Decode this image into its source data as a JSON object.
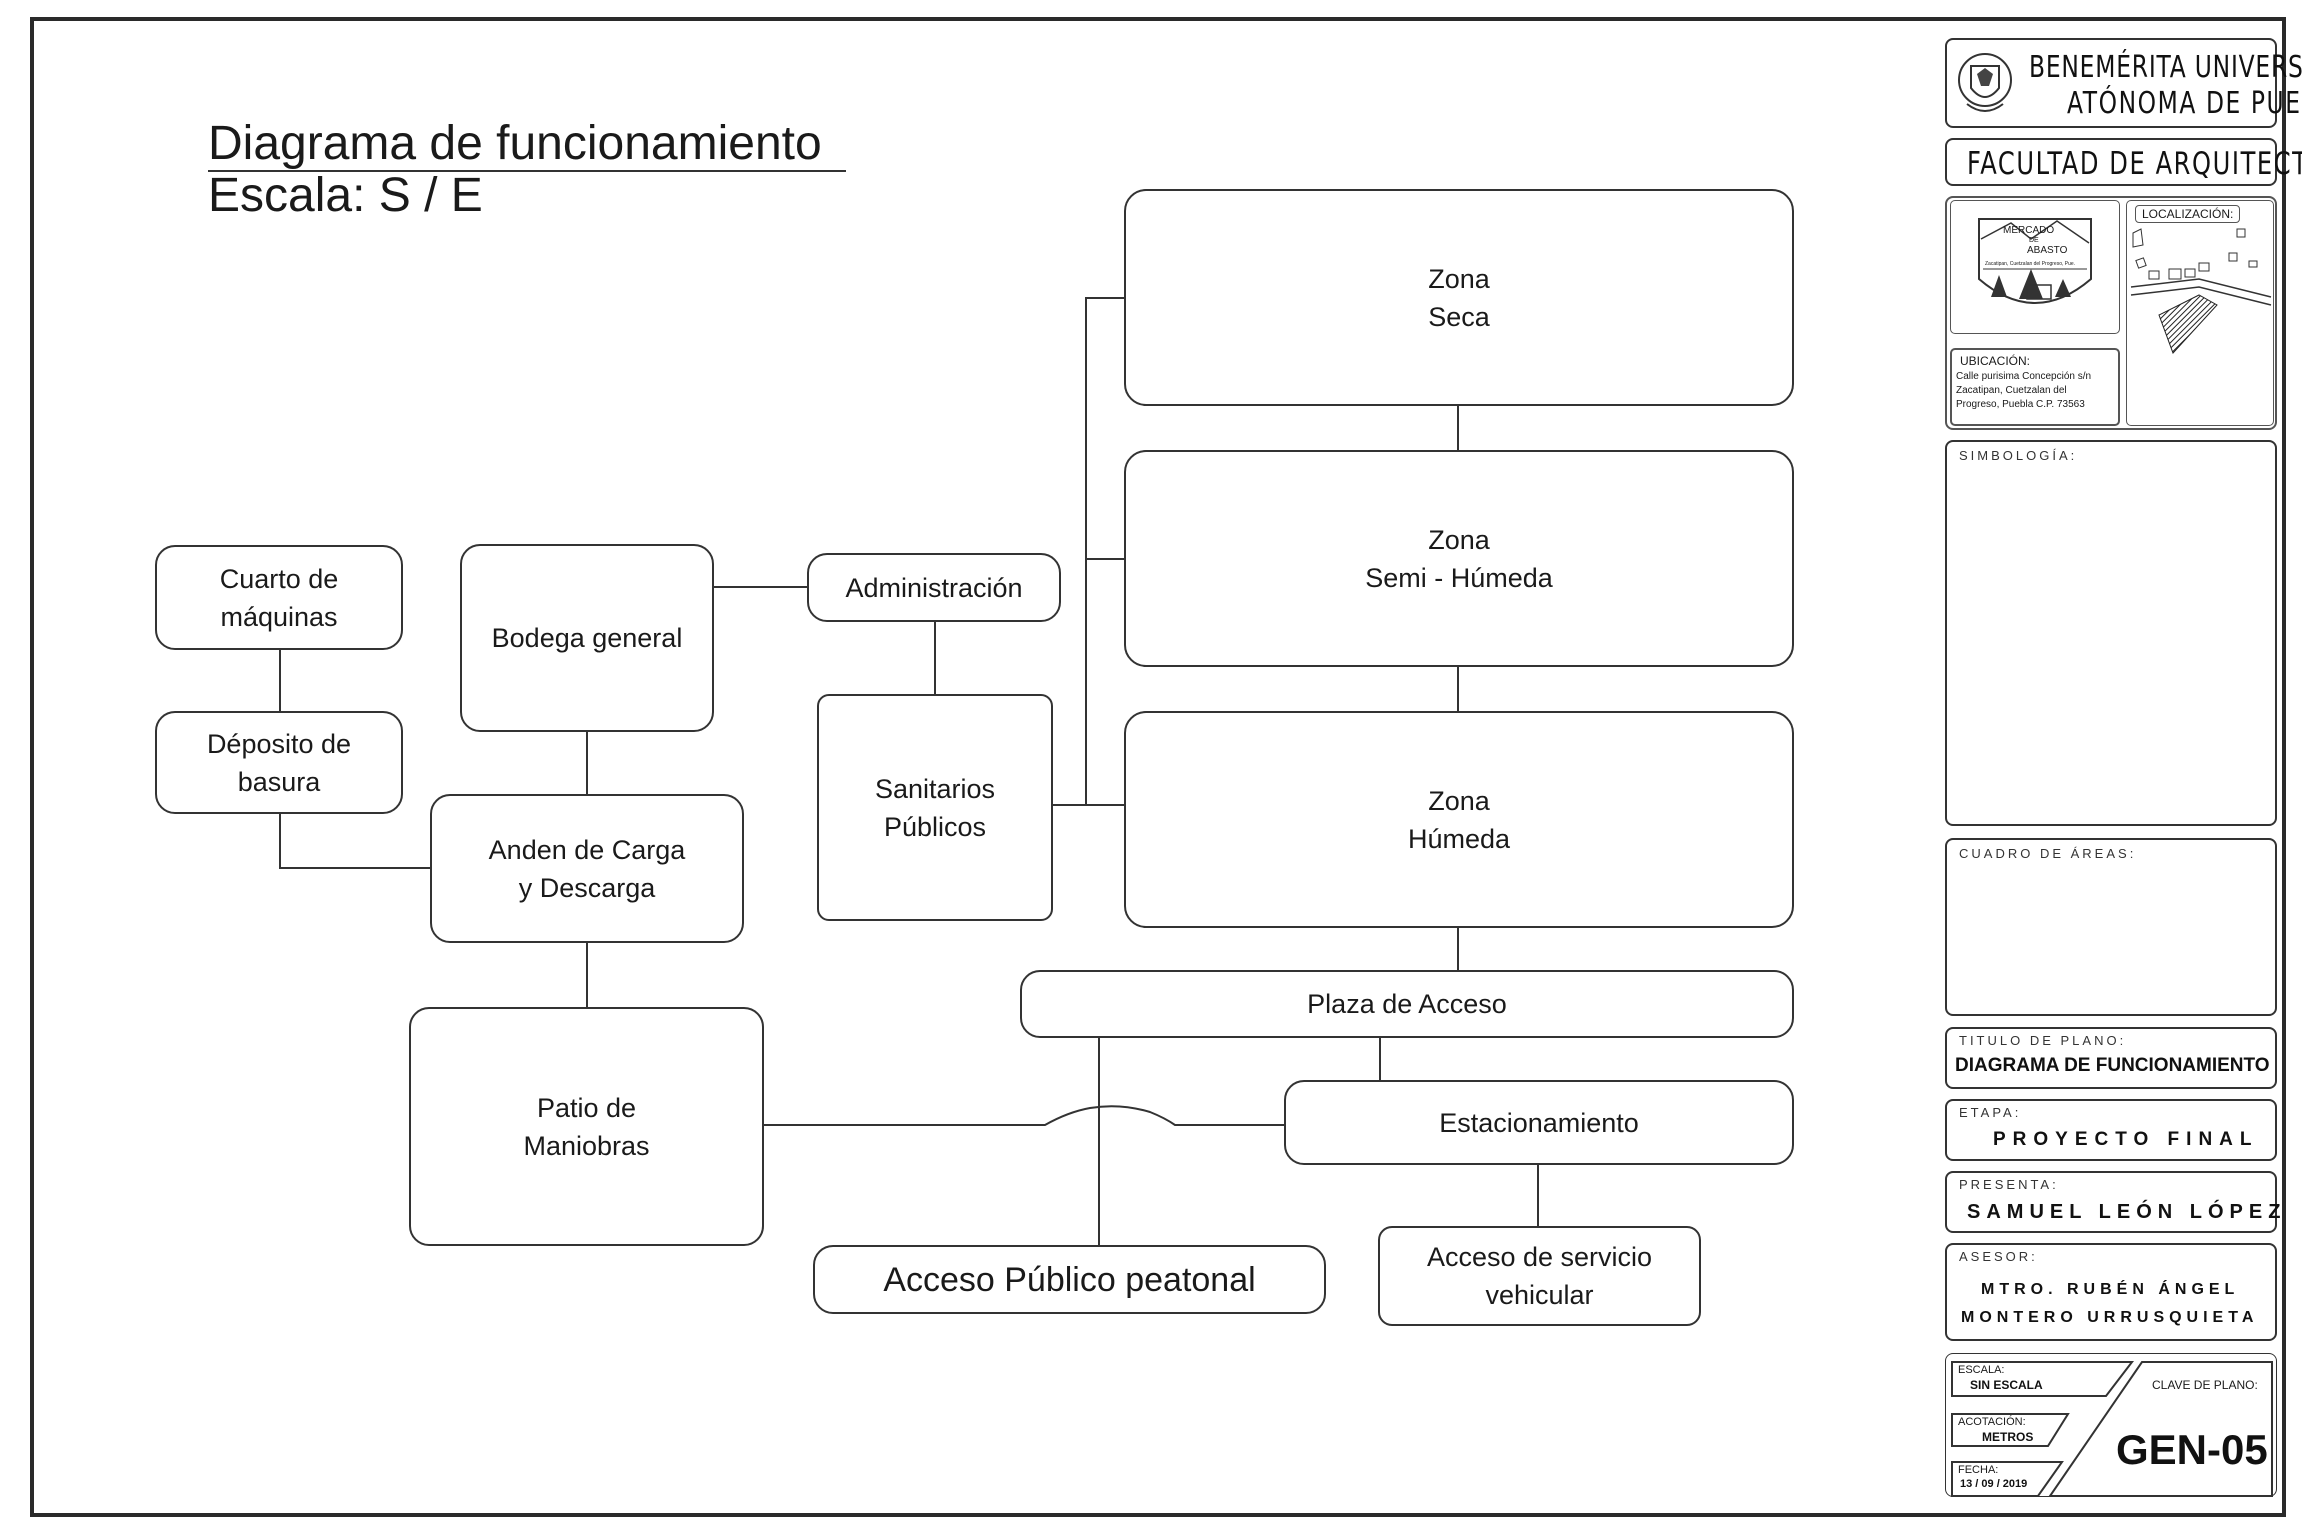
{
  "diagram": {
    "title": "Diagrama de funcionamiento",
    "scale": "Escala:  S / E",
    "nodes": {
      "zona_seca": "Zona\nSeca",
      "zona_semi": "Zona\nSemi - Húmeda",
      "zona_humeda": "Zona\nHúmeda",
      "cuarto": "Cuarto de\nmáquinas",
      "deposito": "Déposito de\nbasura",
      "bodega": "Bodega general",
      "administracion": "Administración",
      "sanitarios": "Sanitarios\nPúblicos",
      "anden": "Anden de Carga\ny Descarga",
      "plaza": "Plaza de Acceso",
      "estacionamiento": "Estacionamiento",
      "patio": "Patio de\nManiobras",
      "acceso_peatonal": "Acceso Público peatonal",
      "acceso_servicio": "Acceso de servicio\nvehicular"
    }
  },
  "title_block": {
    "university_line1": "BENEMÉRITA UNIVERSIDAD",
    "university_line2": "ATÓNOMA DE PUEBLA",
    "faculty": "FACULTAD DE ARQUITECTURA",
    "logo_text1": "MERCADO",
    "logo_text2": "DE",
    "logo_text3": "ABASTO",
    "logo_text4": "Zacatipan, Cuetzalan del Progreso, Pue.",
    "localizacion_label": "LOCALIZACIÓN:",
    "ubicacion_label": "UBICACIÓN:",
    "ubicacion_text": "Calle purisima Concepción s/n\nZacatipan, Cuetzalan del\nProgreso, Puebla C.P. 73563",
    "simbologia_label": "SIMBOLOGÍA:",
    "cuadro_label": "CUADRO DE ÁREAS:",
    "titulo_label": "TITULO DE PLANO:",
    "titulo_value": "DIAGRAMA DE FUNCIONAMIENTO",
    "etapa_label": "ETAPA:",
    "etapa_value": "PROYECTO FINAL",
    "presenta_label": "PRESENTA:",
    "presenta_value": "SAMUEL LEÓN LÓPEZ",
    "asesor_label": "ASESOR:",
    "asesor_value1": "MTRO. RUBÉN ÁNGEL",
    "asesor_value2": "MONTERO URRUSQUIETA",
    "escala_label": "ESCALA:",
    "escala_value": "SIN ESCALA",
    "acotacion_label": "ACOTACIÓN:",
    "acotacion_value": "METROS",
    "fecha_label": "FECHA:",
    "fecha_value": "13 / 09 / 2019",
    "clave_label": "CLAVE DE PLANO:",
    "clave_value": "GEN-05"
  }
}
